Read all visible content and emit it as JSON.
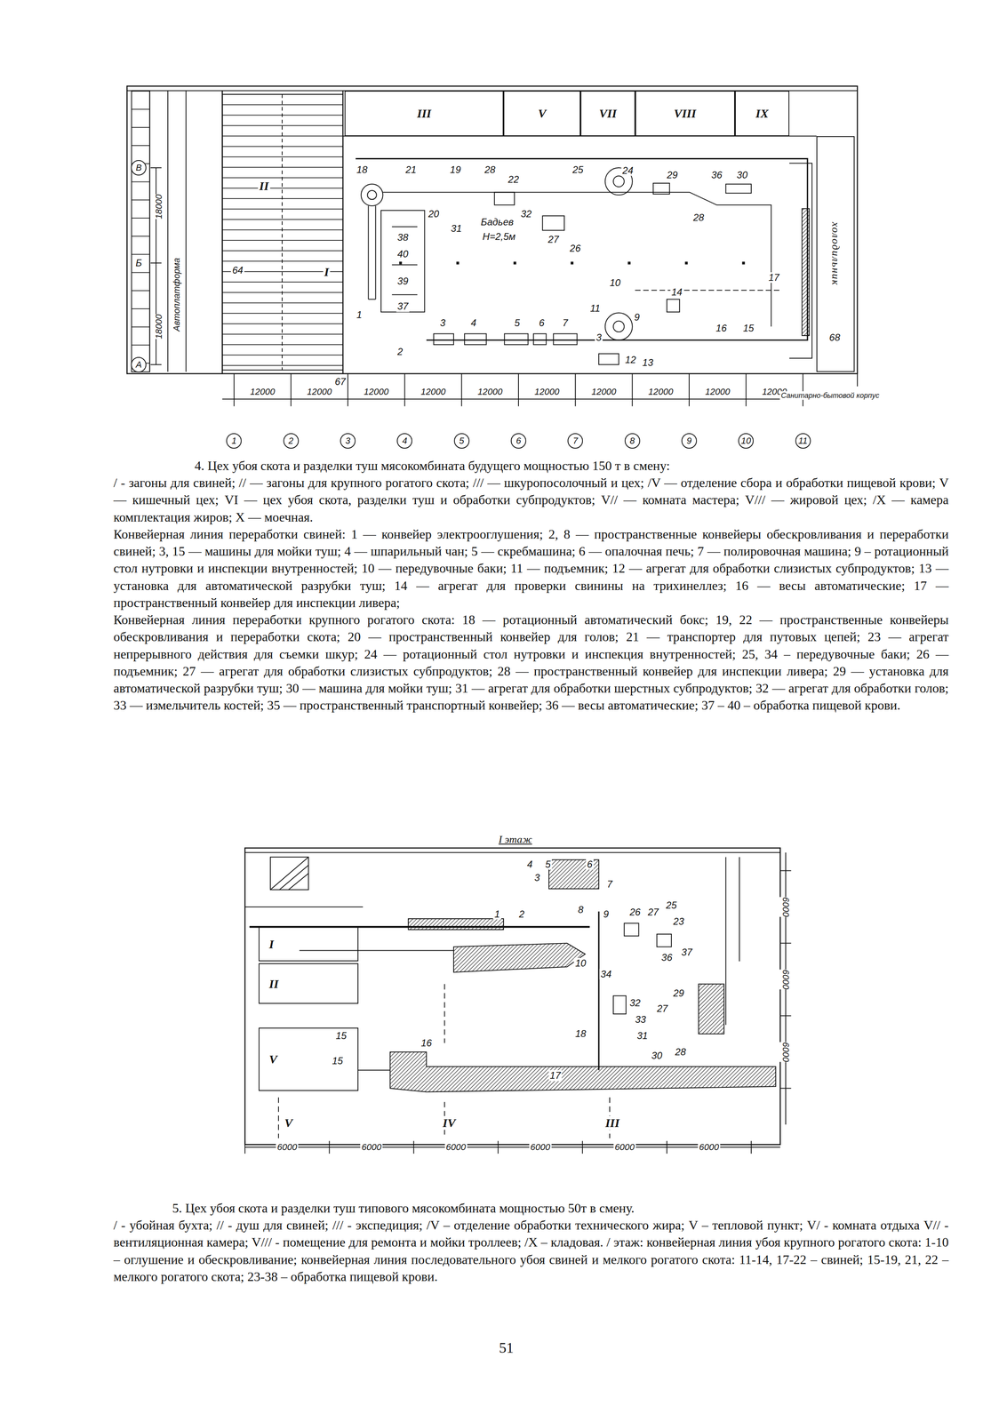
{
  "diagram": {
    "nodes": [
      {
        "text": [
          "III"
        ]
      },
      {
        "text": [
          "V"
        ]
      },
      {
        "text": [
          "VII"
        ]
      },
      {
        "text": [
          "VIII"
        ]
      },
      {
        "text": [
          "IX"
        ]
      },
      {
        "text": [
          "холодильник"
        ]
      },
      {
        "text": [
          "I"
        ]
      },
      {
        "text": [
          "II"
        ]
      },
      {
        "text": [
          "V"
        ]
      }
    ],
    "labels": [
      "18000",
      "18000",
      "В",
      "Б",
      "А",
      "Автоплатформа",
      "II",
      "64",
      "I",
      "18",
      "21",
      "19",
      "28",
      "22",
      "25",
      "24",
      "29",
      "36",
      "30",
      "20",
      "31",
      "32",
      "27",
      "26",
      "28",
      "38",
      "40",
      "39",
      "37",
      "Бадьев",
      "Н=2,5м",
      "10",
      "17",
      "11",
      "14",
      "16",
      "15",
      "9",
      "1",
      "2",
      "3",
      "4",
      "5",
      "6",
      "7",
      "3",
      "12",
      "13",
      "68",
      "67",
      "12000",
      "12000",
      "12000",
      "12000",
      "12000",
      "12000",
      "12000",
      "12000",
      "12000",
      "12000",
      "1",
      "2",
      "3",
      "4",
      "5",
      "6",
      "7",
      "8",
      "9",
      "10",
      "11",
      "Санитарно-бытовой корпус",
      "I этаж",
      "1",
      "2",
      "3",
      "4",
      "5",
      "6",
      "7",
      "8",
      "9",
      "10",
      "26",
      "27",
      "25",
      "23",
      "36",
      "37",
      "34",
      "32",
      "33",
      "31",
      "29",
      "28",
      "30",
      "27",
      "15",
      "15",
      "16",
      "17",
      "18",
      "6000",
      "6000",
      "6000",
      "6000",
      "6000",
      "6000",
      "6000",
      "6000",
      "6000",
      "V",
      "IV",
      "III",
      "4. Цех убоя скота и разделки туш мясокомбината будущего мощностью 150 т в смену:",
      "/ - загоны для свиней; // — загоны для крупного рогатого скота; /// — шкуропосолочный и цех; /V — отделение сбора и обработки пищевой крови; V — кишечный цех; VI — цех убоя скота, разделки туш и обработки субпродуктов; V// — комната мастера; V/// — жировой цех; /X — камера комплектация жиров; X — моечная.",
      "Конвейерная линия переработки свиней: 1 — конвейер электрооглушения; 2, 8 — пространственные конвейеры обескровливания и переработки свиней; 3, 15 — машины для мойки туш; 4 — шпарильный чан; 5 — скребмашина; 6 — опалочная печь; 7 — полировочная машина; 9 – ротационный стол нутровки и инспекции внутренностей; 10 — передувочные баки; 11 — подъемник; 12 — агрегат для обработки слизистых субпродуктов; 13 — установка для автоматической разрубки туш; 14 — агрегат для проверки свинины на трихинеллез; 16 — весы автоматические; 17 — пространственный конвейер для инспекции ливера;",
      "Конвейерная линия переработки крупного рогатого скота: 18 — ротационный автоматический бокс; 19, 22 — пространственные конвейеры обескровливания и переработки скота; 20 — пространственный конвейер для голов; 21 — транспортер для путовых цепей; 23 — агрегат непрерывного действия для съемки шкур; 24 — ротационный стол нутровки и инспекция внутренностей; 25, 34 – передувочные баки; 26 — подъемник; 27 — агрегат для обработки слизистых субпродуктов; 28 — пространственный конвейер для инспекции ливера; 29 — установка для автоматической разрубки туш; 30 — машина для мойки туш; 31 — агрегат для обработки шерстных субпродуктов; 32 — агрегат для обработки голов; 33 — измельчитель костей; 35 — пространственный транспортный конвейер; 36 — весы автоматические; 37 – 40 – обработка пищевой крови.",
      "5. Цех убоя скота и разделки туш типового мясокомбината мощностью 50т в смену.",
      "/ - убойная бухта; // - душ для свиней; /// - экспедиция; /V – отделение обработки технического жира; V – тепловой пункт; V/ - комната отдыха V// - вентиляционная камера; V/// - помещение для ремонта и мойки троллеев; /X – кладовая. / этаж: конвейерная линия убоя крупного рогатого скота: 1-10 – оглушение и обескровливание; конвейерная линия последовательного убоя свиней и мелкого рогатого скота: 11-14, 17-22 – свиней; 15-19, 21, 22 – мелкого рогатого скота; 23-38 – обработка пищевой крови.",
      "51"
    ]
  }
}
